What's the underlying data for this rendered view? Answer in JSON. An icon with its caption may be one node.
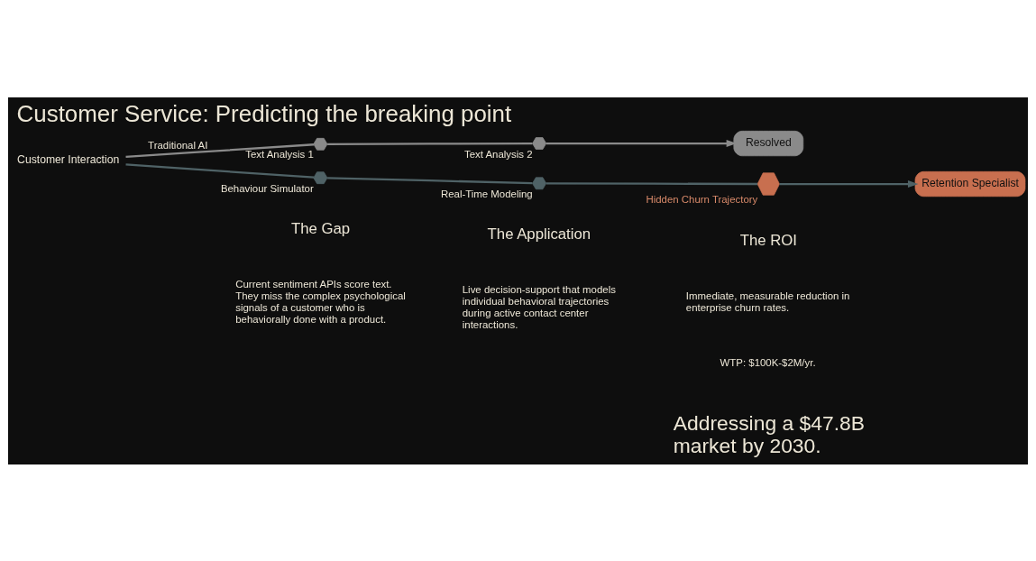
{
  "diagram": {
    "title": "Customer Service: Predicting the breaking point",
    "nodes": [
      {
        "text": [
          "Customer Interaction"
        ]
      },
      {
        "text": [],
        "shape": "hexagon",
        "beside": [
          "Text Analysis 1"
        ]
      },
      {
        "text": [],
        "shape": "hexagon",
        "beside": [
          "Text Analysis 2"
        ]
      },
      {
        "text": [
          "Resolved"
        ]
      },
      {
        "text": [],
        "shape": "hexagon",
        "beside": [
          "Behaviour Simulator"
        ]
      },
      {
        "text": [],
        "shape": "hexagon",
        "beside": [
          "Real-Time Modeling"
        ]
      },
      {
        "text": [],
        "shape": "hexagon",
        "beside": [
          "Hidden Churn Trajectory"
        ]
      },
      {
        "text": [
          "Retention Specialist"
        ]
      }
    ],
    "edges": [
      {
        "from": 0,
        "to": 1,
        "arrow": "none",
        "label": "Traditional AI",
        "color": "#8a8a8a"
      },
      {
        "from": 1,
        "to": 2,
        "arrow": "none",
        "color": "#8a8a8a"
      },
      {
        "from": 2,
        "to": 3,
        "arrow": "to",
        "color": "#8a8a8a"
      },
      {
        "from": 0,
        "to": 4,
        "arrow": "none"
      },
      {
        "from": 4,
        "to": 5,
        "arrow": "none"
      },
      {
        "from": 5,
        "to": 6,
        "arrow": "none"
      },
      {
        "from": 6,
        "to": 7,
        "arrow": "to"
      }
    ],
    "labels": [
      "The Gap",
      "Current sentiment APIs score text. They miss the complex psychological signals of a customer who is behaviorally done with a product.",
      "The Application",
      "Live decision-support that models individual behavioral trajectories during active contact center interactions.",
      "The ROI",
      "Immediate, measurable reduction in enterprise churn rates.",
      "WTP: $100K-$2M/yr.",
      "Addressing a $47.8B market by 2030."
    ]
  }
}
